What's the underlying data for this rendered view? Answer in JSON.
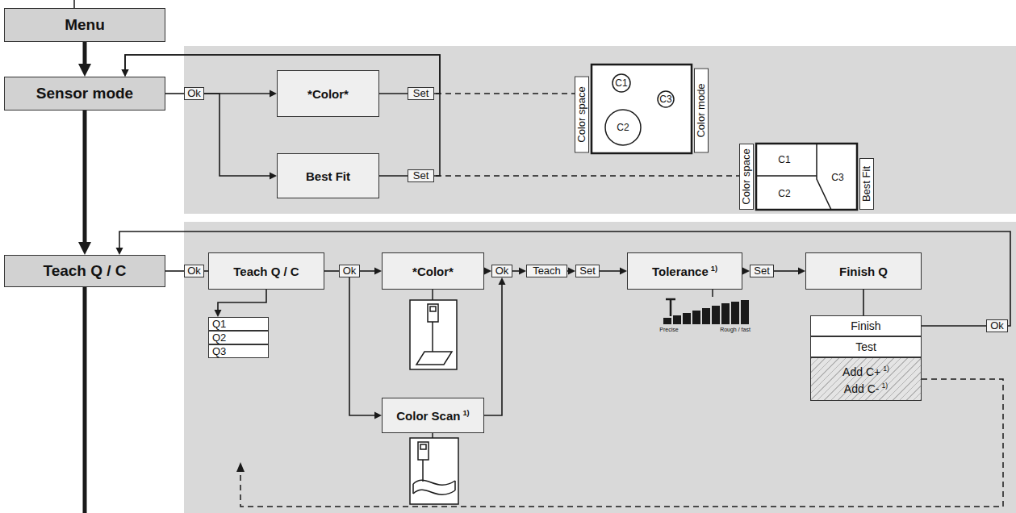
{
  "diagram": {
    "nodes": [
      {
        "text": [
          "Menu"
        ]
      },
      {
        "text": [
          "Sensor mode"
        ]
      },
      {
        "text": [
          "Ok"
        ]
      },
      {
        "text": [
          "*Color*"
        ]
      },
      {
        "text": [
          "Best Fit"
        ]
      },
      {
        "text": [
          "Set"
        ]
      },
      {
        "text": [
          "Set"
        ]
      },
      {
        "text": [
          "Teach Q / C"
        ]
      },
      {
        "text": [
          "Ok"
        ]
      },
      {
        "text": [
          "Teach Q / C"
        ]
      },
      {
        "text": [
          "Q1"
        ]
      },
      {
        "text": [
          "Q2"
        ]
      },
      {
        "text": [
          "Q3"
        ]
      },
      {
        "text": [
          "Ok"
        ]
      },
      {
        "text": [
          "*Color*"
        ]
      },
      {
        "text": [
          "Color Scan",
          "1)"
        ]
      },
      {
        "text": [
          "Ok"
        ]
      },
      {
        "text": [
          "Teach"
        ]
      },
      {
        "text": [
          "Set"
        ]
      },
      {
        "text": [
          "Tolerance",
          "1)"
        ]
      },
      {
        "text": [
          "Set"
        ]
      },
      {
        "text": [
          "Finish Q"
        ]
      },
      {
        "text": [
          "Finish"
        ]
      },
      {
        "text": [
          "Test"
        ]
      },
      {
        "text": [
          "Add C+",
          "1)",
          "Add C-",
          "1)"
        ]
      },
      {
        "text": [
          "Ok"
        ]
      }
    ],
    "edges": [
      {
        "from": 0,
        "to": 1,
        "arrow": "to"
      },
      {
        "from": 1,
        "to": 2,
        "arrow": "none"
      },
      {
        "from": 2,
        "to": 3,
        "arrow": "to"
      },
      {
        "from": 2,
        "to": 4,
        "arrow": "to"
      },
      {
        "from": 3,
        "to": 5,
        "arrow": "none"
      },
      {
        "from": 4,
        "to": 6,
        "arrow": "none"
      },
      {
        "from": 5,
        "to": 1,
        "arrow": "to"
      },
      {
        "from": 6,
        "to": 1,
        "arrow": "to"
      },
      {
        "from": 1,
        "to": 7,
        "arrow": "to"
      },
      {
        "from": 7,
        "to": 8,
        "arrow": "none"
      },
      {
        "from": 8,
        "to": 9,
        "arrow": "none"
      },
      {
        "from": 9,
        "to": 10,
        "arrow": "to"
      },
      {
        "from": 9,
        "to": 13,
        "arrow": "none"
      },
      {
        "from": 13,
        "to": 14,
        "arrow": "to"
      },
      {
        "from": 13,
        "to": 15,
        "arrow": "to"
      },
      {
        "from": 14,
        "to": 16,
        "arrow": "to"
      },
      {
        "from": 15,
        "to": 16,
        "arrow": "to"
      },
      {
        "from": 16,
        "to": 17,
        "arrow": "to"
      },
      {
        "from": 17,
        "to": 18,
        "arrow": "to"
      },
      {
        "from": 18,
        "to": 19,
        "arrow": "to"
      },
      {
        "from": 19,
        "to": 20,
        "arrow": "to"
      },
      {
        "from": 20,
        "to": 21,
        "arrow": "to"
      },
      {
        "from": 21,
        "to": 22,
        "arrow": "none"
      },
      {
        "from": 22,
        "to": 25,
        "arrow": "none"
      },
      {
        "from": 25,
        "to": 7,
        "arrow": "to"
      }
    ],
    "labels": [
      "C1",
      "C3",
      "C2",
      "Color space",
      "Color mode",
      "C1",
      "C2",
      "C3",
      "Color space",
      "Best Fit",
      "Precise",
      "Rough / fast"
    ]
  }
}
